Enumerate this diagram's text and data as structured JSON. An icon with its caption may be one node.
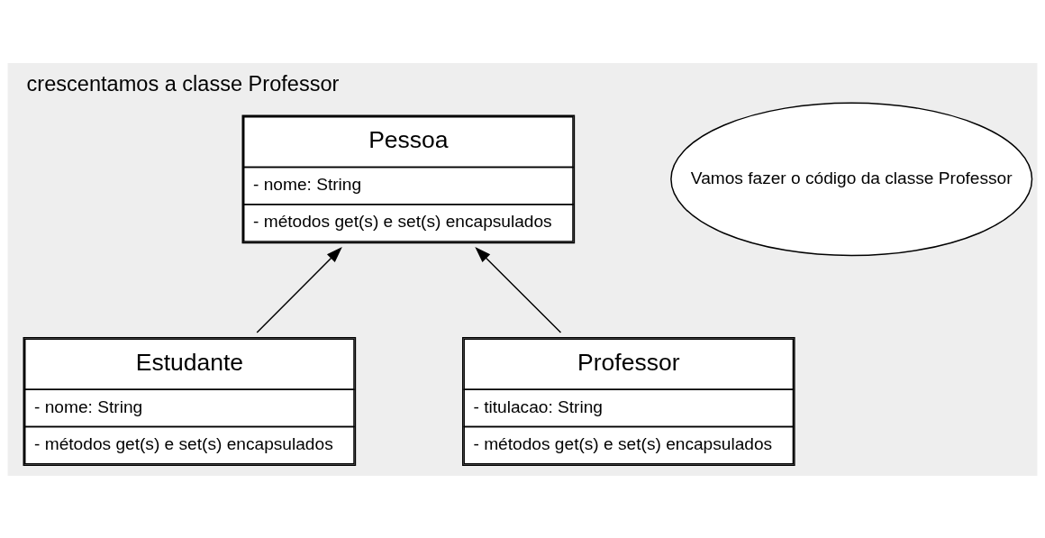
{
  "diagram": {
    "title": "crescentamos a classe Professor",
    "nodes": [
      {
        "text": [
          "Pessoa",
          "- nome: String",
          "- métodos get(s) e set(s) encapsulados"
        ]
      },
      {
        "text": [
          "Estudante",
          "- nome: String",
          "- métodos get(s) e set(s) encapsulados"
        ]
      },
      {
        "text": [
          "Professor",
          "- titulacao: String",
          "- métodos get(s) e set(s) encapsulados"
        ]
      },
      {
        "text": [
          "Vamos fazer o código da classe Professor"
        ]
      }
    ],
    "edges": [
      {
        "from": 1,
        "to": 0,
        "arrow": "to"
      },
      {
        "from": 2,
        "to": 0,
        "arrow": "to"
      }
    ]
  }
}
